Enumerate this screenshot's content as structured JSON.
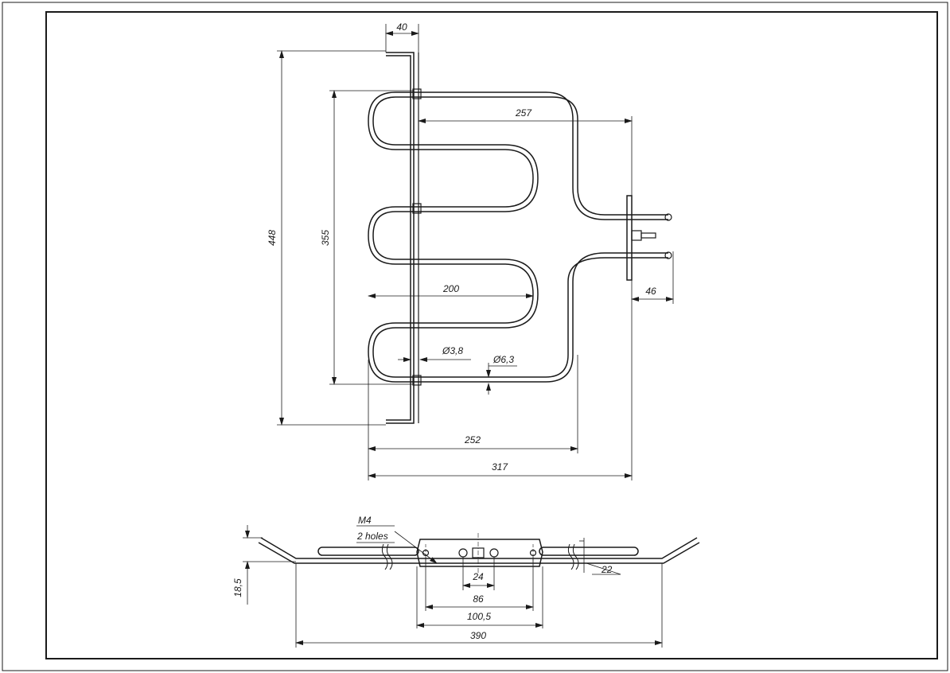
{
  "drawing": {
    "top_view": {
      "dim_40": "40",
      "dim_448": "448",
      "dim_355": "355",
      "dim_257": "257",
      "dim_200": "200",
      "dim_d38": "Ø3,8",
      "dim_d63": "Ø6,3",
      "dim_46": "46",
      "dim_252": "252",
      "dim_317": "317"
    },
    "side_view": {
      "note_m4": "M4",
      "note_holes": "2 holes",
      "dim_185": "18,5",
      "dim_22": "22",
      "dim_24": "24",
      "dim_86": "86",
      "dim_1005": "100,5",
      "dim_390": "390"
    }
  }
}
